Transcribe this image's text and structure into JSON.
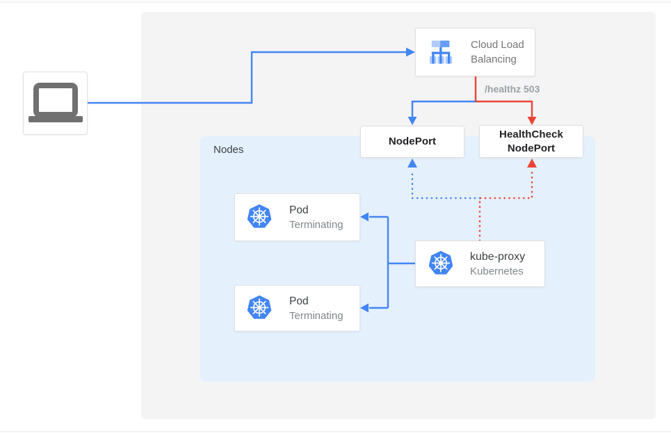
{
  "colors": {
    "blue": "#4285f4",
    "red": "#ea4335",
    "panel_gray": "#f4f4f5",
    "panel_blue": "#e4f0fc",
    "box_border": "#e0e0e0",
    "title_text": "#3c4043",
    "subtitle_text": "#80868b",
    "clb_text": "#757575",
    "healthz_text": "#9aa0a6",
    "laptop_gray": "#707070",
    "lb_icon_light": "#aecbfa",
    "lb_icon_mid": "#669df6",
    "lb_icon_dark": "#4285f4",
    "k8s_blue": "#4285f4"
  },
  "diagram": {
    "nodes_panel_label": "Nodes",
    "cloud_load_balancing": {
      "title": "Cloud Load Balancing"
    },
    "nodeport": {
      "label": "NodePort"
    },
    "healthcheck_nodeport": {
      "label": "HealthCheck NodePort"
    },
    "pods": [
      {
        "title": "Pod",
        "subtitle": "Terminating"
      },
      {
        "title": "Pod",
        "subtitle": "Terminating"
      }
    ],
    "kube_proxy": {
      "title": "kube-proxy",
      "subtitle": "Kubernetes"
    },
    "healthz_label": "/healthz 503"
  }
}
